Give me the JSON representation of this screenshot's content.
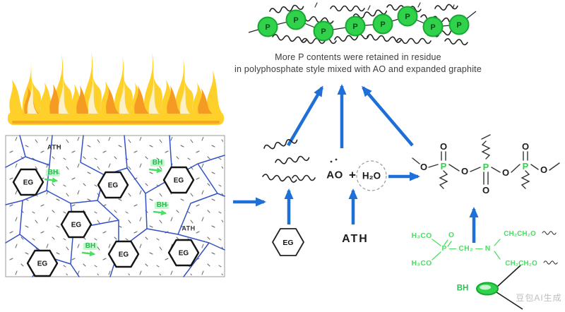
{
  "caption": {
    "line1": "More P contents were retained in residue",
    "line2": "in polyphosphate style mixed with AO and expanded graphite"
  },
  "labels": {
    "p": "P",
    "o": "O",
    "eg": "EG",
    "bh": "BH",
    "ath": "ATH",
    "ao": "AO",
    "plus": "+",
    "h2o": "H₂O"
  },
  "molecule": {
    "methoxy_top": "H₃CO",
    "oxygen": "O",
    "methoxy_bottom": "H₃CO",
    "backbone": "P — CH₂ — N",
    "ethoxy_top": "CH₂CH₂O",
    "ethoxy_bottom": "CH₂CH₂O",
    "bh_legend": "BH"
  },
  "watermark": "豆包AI生成",
  "colors": {
    "arrow_blue": "#1f6fd8",
    "network_blue": "#3352c4",
    "node_green": "#2fd24a",
    "molecule_green": "#4ade63",
    "flame_yellow": "#ffd02a",
    "flame_orange": "#f59b23",
    "flame_cream": "#fbf0c8"
  }
}
